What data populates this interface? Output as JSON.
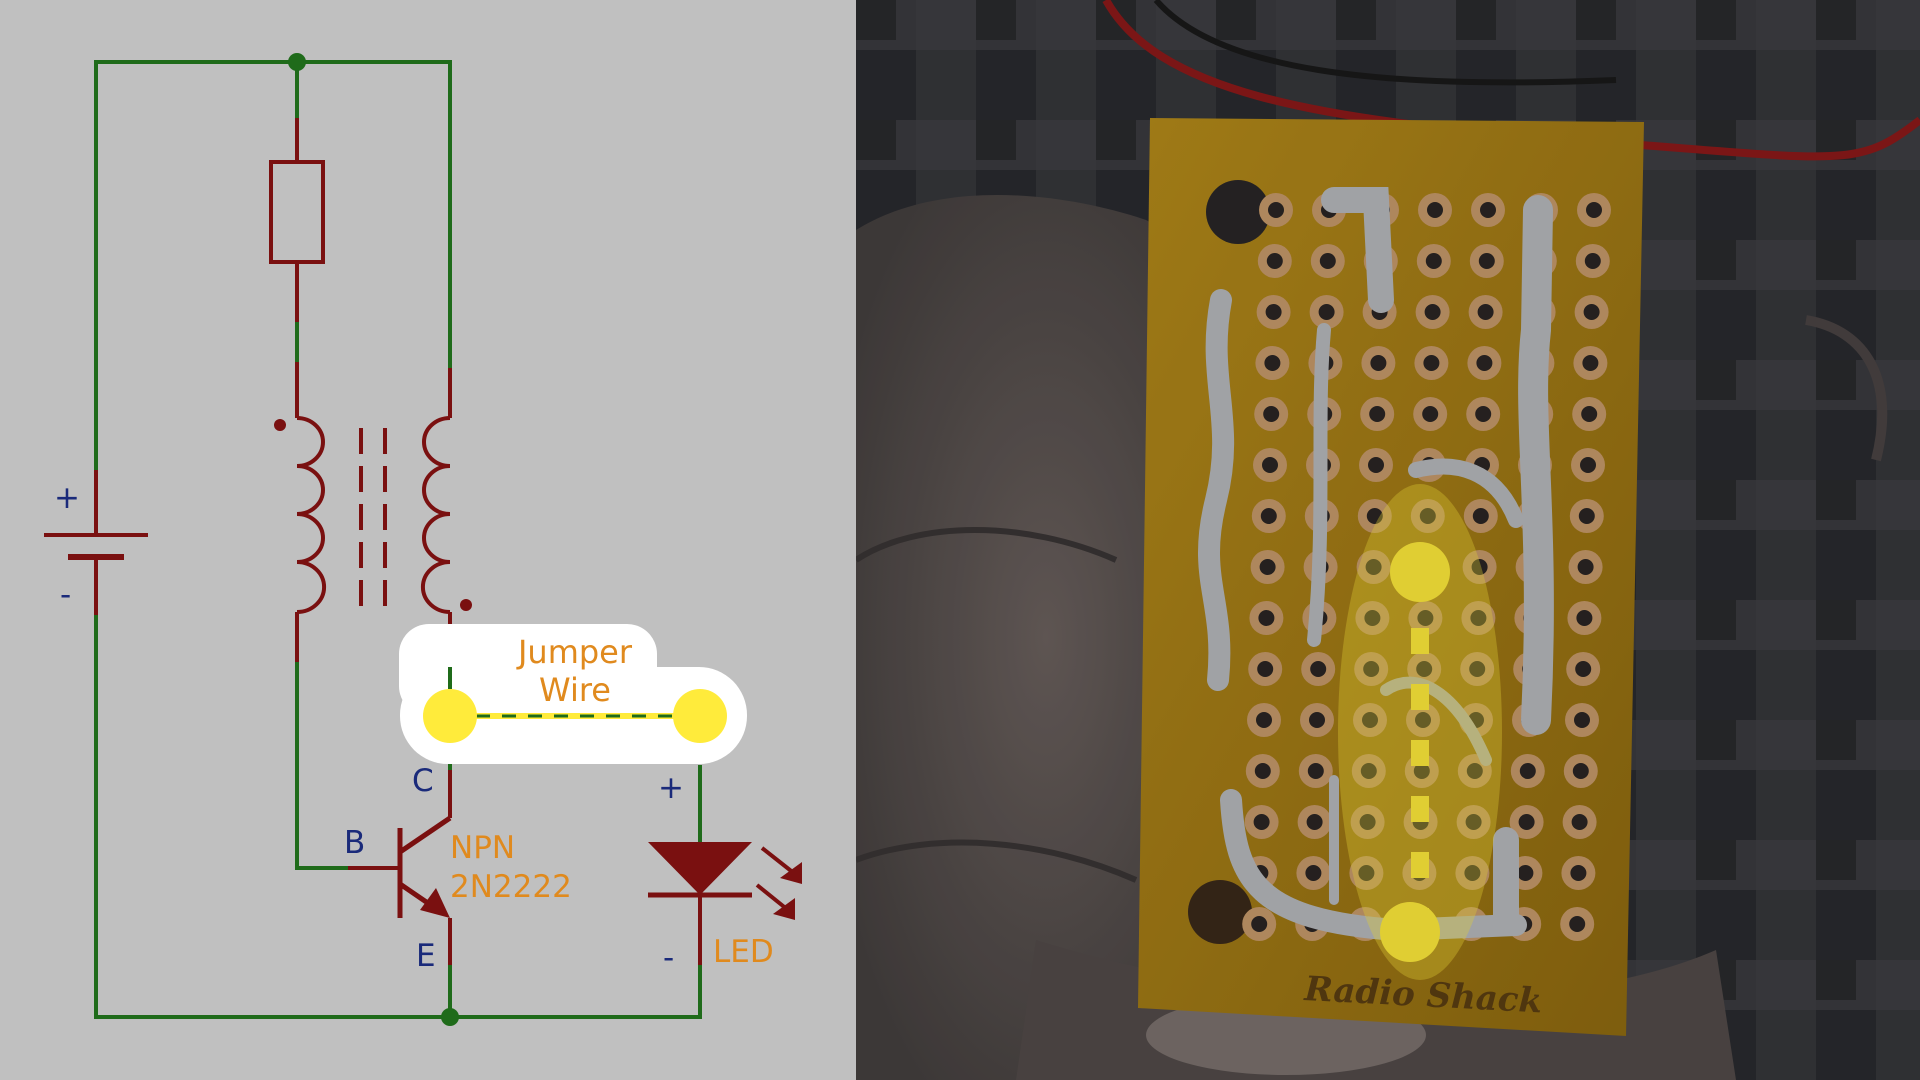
{
  "schematic": {
    "battery": {
      "plus": "+",
      "minus": "-"
    },
    "transistor": {
      "base": "B",
      "collector": "C",
      "emitter": "E",
      "type": "NPN",
      "part": "2N2222"
    },
    "led": {
      "plus": "+",
      "minus": "-",
      "label": "LED"
    },
    "jumper": {
      "line1": "Jumper",
      "line2": "Wire"
    }
  },
  "photo": {
    "silkscreen": "Radio Shack"
  },
  "colors": {
    "wire": "#1f6b1a",
    "component": "#7a1010",
    "label_navy": "#1a2a7a",
    "label_orange": "#e08a1e",
    "highlight": "#ffeb3b"
  }
}
